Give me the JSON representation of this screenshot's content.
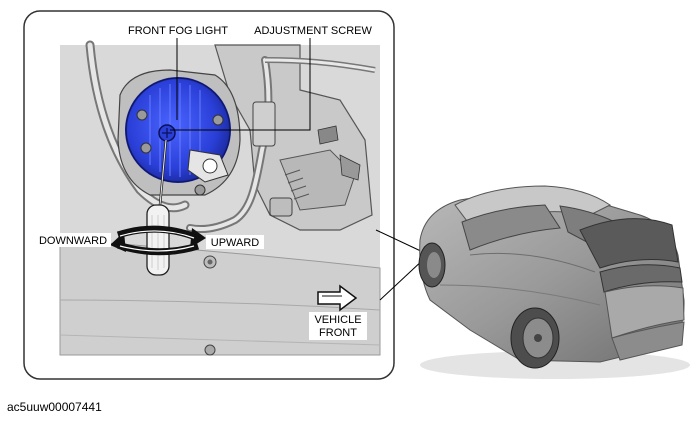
{
  "labels": {
    "fog_light": "FRONT FOG LIGHT",
    "adjustment_screw": "ADJUSTMENT SCREW",
    "downward": "DOWNWARD",
    "upward": "UPWARD",
    "vehicle_front_line1": "VEHICLE",
    "vehicle_front_line2": "FRONT"
  },
  "figure_id": "ac5uuw00007441",
  "colors": {
    "lamp_blue": "#2a3fd8",
    "bumper_gray": "#dcdcdc",
    "dark_gray": "#4a4a4a",
    "car_gray": "#9a9a9a"
  },
  "icons": {
    "rotation_arrows": "curved-double-arrow-icon",
    "vehicle_front_arrow": "forward-arrow-icon",
    "screwdriver": "screwdriver-icon"
  }
}
